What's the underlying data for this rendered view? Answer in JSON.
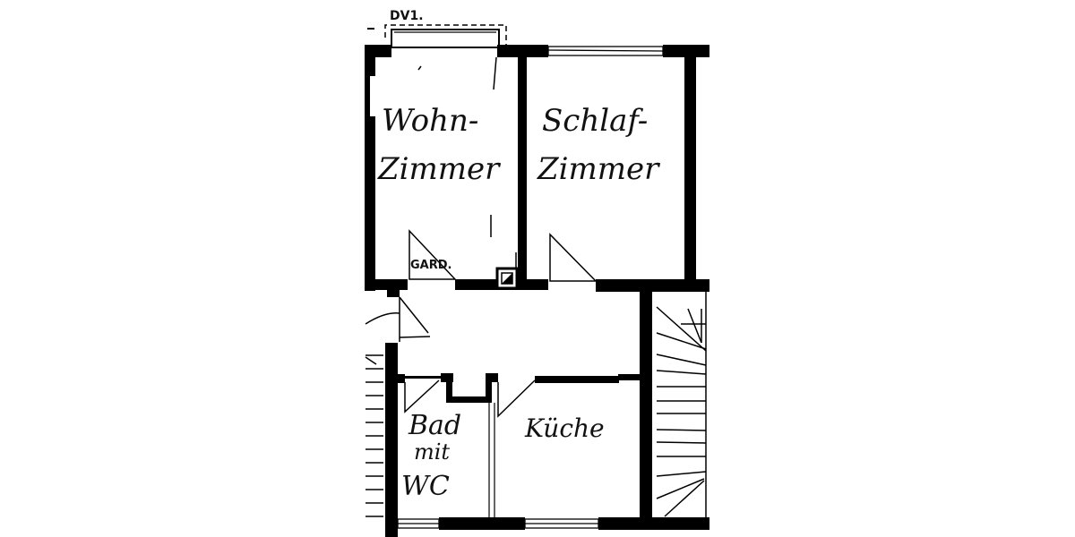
{
  "plan": {
    "type": "floor-plan",
    "ink_color": "#000000",
    "paper_color": "#ffffff",
    "annotations": {
      "top_marker": "DV1.",
      "wardrobe": "GARD."
    },
    "rooms": [
      {
        "id": "wohnzimmer",
        "line1": "Wohn-",
        "line2": "Zimmer"
      },
      {
        "id": "schlafzimmer",
        "line1": "Schlaf-",
        "line2": "Zimmer"
      },
      {
        "id": "bad",
        "line1": "Bad",
        "line2": "mit",
        "line3": "WC"
      },
      {
        "id": "kueche",
        "line1": "Küche"
      }
    ]
  }
}
